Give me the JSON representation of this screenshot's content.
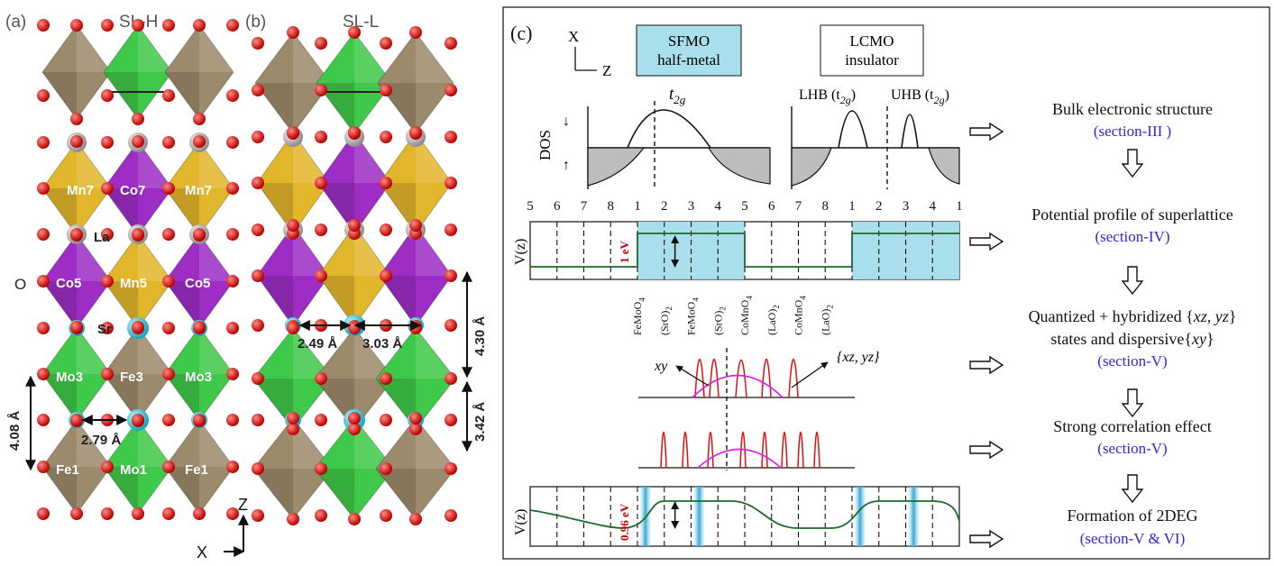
{
  "panel_a": {
    "label": "(a)",
    "title": "SL-H",
    "atoms": [
      "Mn7",
      "Co7",
      "Mn7",
      "La",
      "Co5",
      "Mn5",
      "Co5",
      "O",
      "Sr",
      "Mo3",
      "Fe3",
      "Mo3",
      "Fe1",
      "Mo1",
      "Fe1"
    ],
    "dims": {
      "bond": "2.79 Å",
      "height": "4.08 Å"
    }
  },
  "panel_b": {
    "label": "(b)",
    "title": "SL-L",
    "dims": {
      "bond_left": "2.49 Å",
      "bond_right": "3.03 Å",
      "height_top": "4.30 Å",
      "height_bottom": "3.42 Å"
    },
    "axes": {
      "z": "Z",
      "x": "X"
    }
  },
  "panel_c": {
    "label": "(c)",
    "axes": {
      "x": "X",
      "z": "Z"
    },
    "sfmo_box": [
      "SFMO",
      "half-metal"
    ],
    "lcmo_box": [
      "LCMO",
      "insulator"
    ],
    "dos": {
      "ylabel": "DOS",
      "t2g_main": "t",
      "t2g_sub": "2g",
      "lhb": "LHB (t",
      "uhb": "UHB (t",
      "sub": "2g",
      "close": ")",
      "spin_down": "↓",
      "spin_up": "↑"
    },
    "layer_numbers": [
      "5",
      "6",
      "7",
      "8",
      "1",
      "2",
      "3",
      "4",
      "5",
      "6",
      "7",
      "8",
      "1",
      "2",
      "3",
      "4",
      "1"
    ],
    "vz_label": "V(z)",
    "barrier_1": "1 eV",
    "barrier_2": "0.96 eV",
    "layers": [
      {
        "main": "FeMoO",
        "sub": "4"
      },
      {
        "main": "(SrO)",
        "sub": "2"
      },
      {
        "main": "FeMoO",
        "sub": "4"
      },
      {
        "main": "(SrO)",
        "sub": "2"
      },
      {
        "main": "CoMnO",
        "sub": "4"
      },
      {
        "main": "(LaO)",
        "sub": "2"
      },
      {
        "main": "CoMnO",
        "sub": "4"
      },
      {
        "main": "(LaO)",
        "sub": "2"
      }
    ],
    "xy": "xy",
    "xzyz": "{xz, yz}",
    "flow": [
      {
        "title": [
          "Bulk electronic structure"
        ],
        "section": "(section-III )"
      },
      {
        "title": [
          "Potential profile of superlattice"
        ],
        "section": "(section-IV)"
      },
      {
        "title": [
          "Quantized + hybridized {",
          "xz, yz",
          "}",
          "states and dispersive{",
          "xy",
          "}"
        ],
        "section": "(section-V)"
      },
      {
        "title": [
          "Strong correlation effect"
        ],
        "section": "(section-V)"
      },
      {
        "title": [
          "Formation of 2DEG"
        ],
        "section": "(section-V & VI)"
      }
    ]
  },
  "colors": {
    "fe_octa": "#9c8a6c",
    "mo_octa": "#3fc94a",
    "mn_octa": "#e2b62a",
    "co_octa": "#9d2dc4",
    "oxygen": "#e0120f",
    "la": "#b0b0b0",
    "sr": "#2ed0df",
    "highlight": "#a9dfec",
    "potential": "#1c6b2a",
    "dos_fill": "#bdbdbd",
    "state_red": "#e01010",
    "state_magenta": "#e020e0",
    "section_blue": "#2a2ad8"
  }
}
